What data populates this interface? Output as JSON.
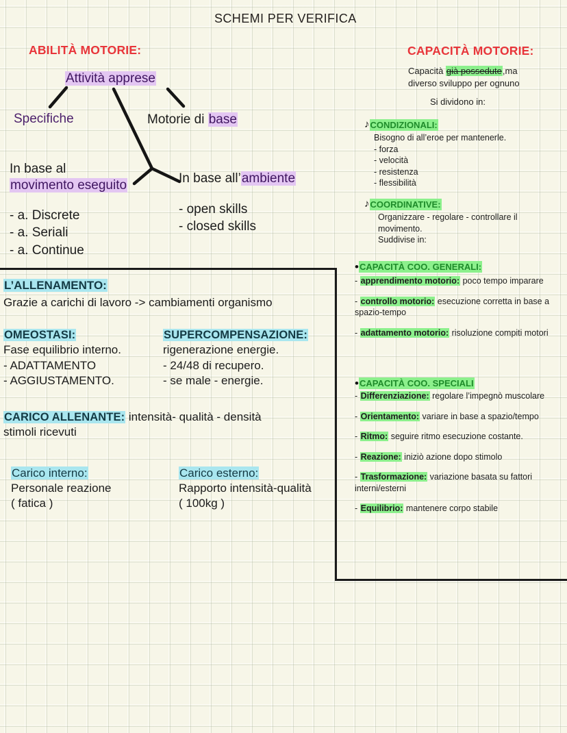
{
  "page": {
    "title": "SCHEMI PER VERIFICA"
  },
  "left": {
    "heading": "ABILITÀ MOTORIE:",
    "root": "Attività apprese",
    "branch_specifiche": "Specifiche",
    "branch_motorie_pre": "Motorie di ",
    "branch_motorie_hl": "base",
    "movimento_line1": "In base al",
    "movimento_line2": "movimento eseguito",
    "movimento_items": [
      "- a. Discrete",
      "- a. Seriali",
      "- a. Continue"
    ],
    "ambiente_pre": "In base all’",
    "ambiente_hl": "ambiente",
    "ambiente_items": [
      "- open skills",
      "- closed skills"
    ]
  },
  "right": {
    "heading": "CAPACITÀ MOTORIE:",
    "intro_line1_a": "Capacità ",
    "intro_line1_hl": "già possedute",
    "intro_line1_b": ",ma",
    "intro_line2": "diverso sviluppo per ognuno",
    "divide": "Si dividono in:",
    "condizionali": {
      "icon": "music-note-icon",
      "title": "CONDIZIONALI:",
      "desc": "Bisogno di all’eroe per mantenerle.",
      "items": [
        "- forza",
        "- velocità",
        "- resistenza",
        "- flessibilità"
      ]
    },
    "coordinative": {
      "icon": "music-note-icon",
      "title": "COORDINATIVE:",
      "desc_line1": "Organizzare - regolare - controllare il",
      "desc_line2": "movimento.",
      "desc_line3": "Suddivise in:"
    },
    "generali": {
      "title": "CAPACITÀ COO. GENERALI:",
      "items": [
        {
          "dash": "- ",
          "key": "apprendimento motorio:",
          "rest": " poco tempo imparare"
        },
        {
          "dash": "- ",
          "key": "controllo motorio:",
          "rest": " esecuzione corretta in base a spazio-tempo"
        },
        {
          "dash": "- ",
          "key": "adattamento motorio:",
          "rest": " risoluzione compiti motori"
        }
      ]
    },
    "speciali": {
      "title": "CAPACITÀ COO. SPECIALI",
      "items": [
        {
          "dash": "- ",
          "key": "Differenziazione:",
          "rest": " regolare l’impegnò muscolare"
        },
        {
          "dash": "- ",
          "key": "Orientamento:",
          "rest": " variare in base a spazio/tempo"
        },
        {
          "dash": "- ",
          "key": "Ritmo:",
          "rest": " seguire ritmo esecuzione costante."
        },
        {
          "dash": "- ",
          "key": "Reazione:",
          "rest": " iniziò azione dopo stimolo"
        },
        {
          "dash": "- ",
          "key": "Trasformazione:",
          "rest": " variazione basata su fattori interni/esterni"
        },
        {
          "dash": "- ",
          "key": "Equilibrio:",
          "rest": " mantenere corpo stabile"
        }
      ]
    }
  },
  "training": {
    "heading": "L’ALLENAMENTO:",
    "subtitle": "Grazie a carichi di lavoro -> cambiamenti organismo",
    "omeostasi": {
      "title": "OMEOSTASI:",
      "lines": [
        "Fase equilibrio interno.",
        "- ADATTAMENTO",
        "- AGGIUSTAMENTO."
      ]
    },
    "supercompensazione": {
      "title": "SUPERCOMPENSAZIONE:",
      "lines": [
        "rigenerazione energie.",
        "- 24/48 di recupero.",
        "- se male - energie."
      ]
    },
    "carico_allenante": {
      "title": "CARICO ALLENANTE:",
      "rest": "  intensità- qualità - densità",
      "line2": "stimoli ricevuti"
    },
    "carico_interno": {
      "title": "Carico interno:",
      "lines": [
        "Personale reazione",
        "( fatica )"
      ]
    },
    "carico_esterno": {
      "title": "Carico esterno:",
      "lines": [
        "Rapporto intensità-qualità",
        "( 100kg )"
      ]
    }
  },
  "colors": {
    "paper": "#f7f6e8",
    "grid": "#a0aa96",
    "heading_red": "#e8353a",
    "highlight_purple": "#e3c6f2",
    "highlight_green": "#8cf08c",
    "highlight_cyan": "#a9e6ef",
    "green_text": "#1e8b2a",
    "ink": "#1b1b1b"
  }
}
